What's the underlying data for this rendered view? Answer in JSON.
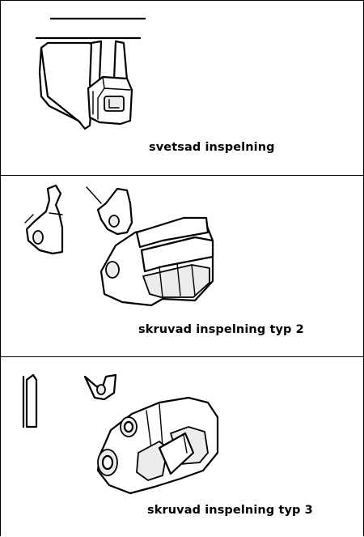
{
  "panels": [
    {
      "caption": "svetsad inspelning",
      "icon": "welded-mount-drawing"
    },
    {
      "caption": "skruvad inspelning typ 2",
      "icon": "bolted-mount-type2-drawing"
    },
    {
      "caption": "skruvad inspelning typ 3",
      "icon": "bolted-mount-type3-drawing"
    }
  ]
}
